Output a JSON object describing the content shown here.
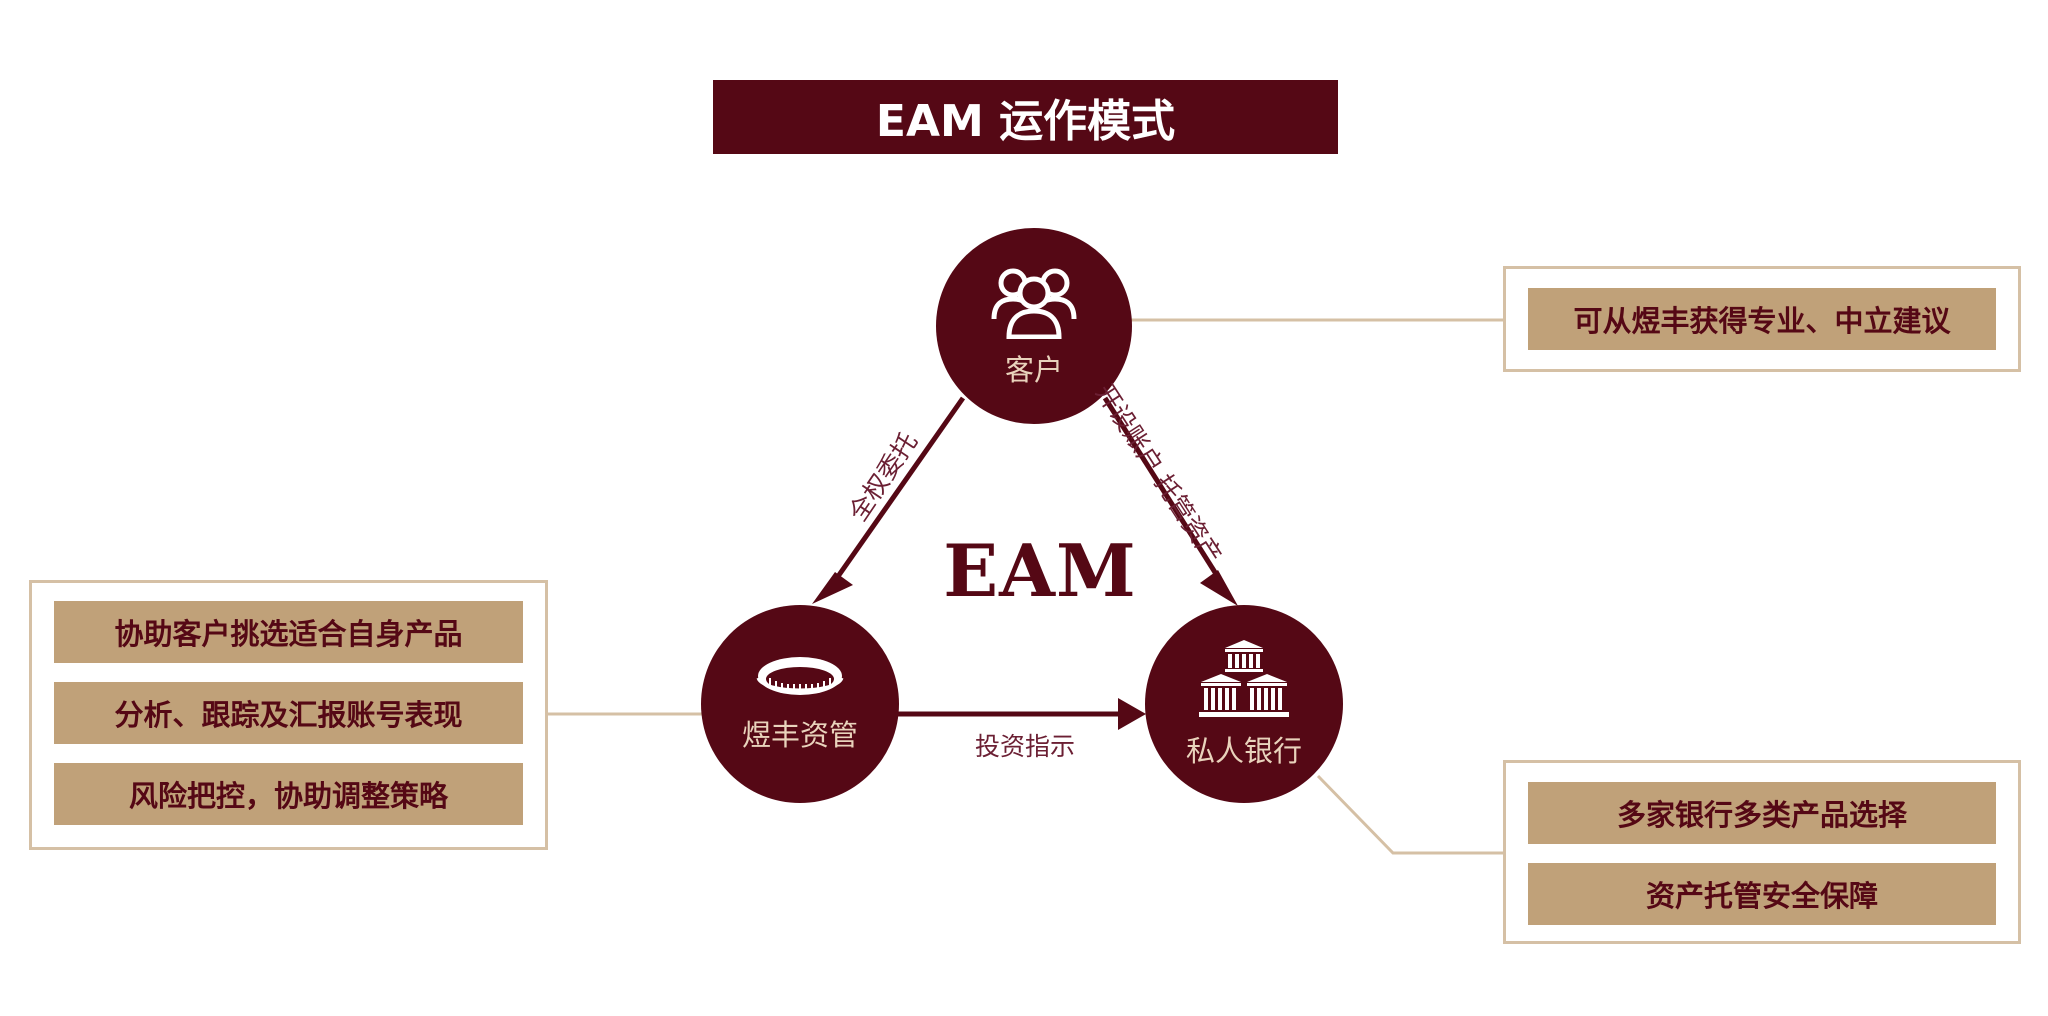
{
  "title": "EAM 运作模式",
  "center_label": "EAM",
  "nodes": {
    "client": {
      "label": "客户",
      "icon": "people-group-icon"
    },
    "manager": {
      "label": "煜丰资管",
      "icon": "stadium-icon"
    },
    "bank": {
      "label": "私人银行",
      "icon": "bank-buildings-icon"
    }
  },
  "edges": {
    "client_to_manager": "全权委托",
    "client_to_bank": "开设账户 托管资产",
    "manager_to_bank": "投资指示"
  },
  "panels": {
    "client_benefits": [
      "可从煜丰获得专业、中立建议"
    ],
    "manager_services": [
      "协助客户挑选适合自身产品",
      "分析、跟踪及汇报账号表现",
      "风险把控，协助调整策略"
    ],
    "bank_benefits": [
      "多家银行多类产品选择",
      "资产托管安全保障"
    ]
  },
  "colors": {
    "primary": "#550815",
    "gold": "#c0a179",
    "panel_border": "#d5c0a5",
    "node_label": "#e9d3bc"
  }
}
